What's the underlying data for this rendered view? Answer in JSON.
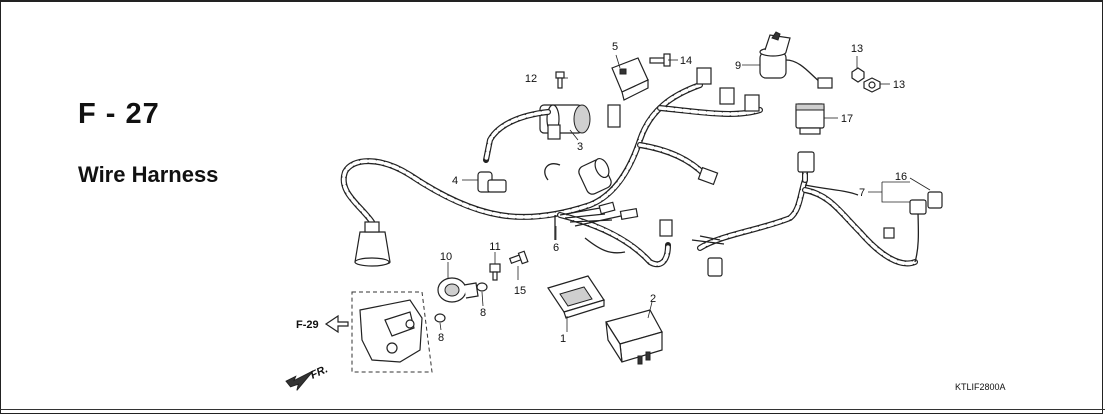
{
  "header": {
    "page_code": "F - 27",
    "page_title": "Wire Harness"
  },
  "footer": {
    "diagram_code": "KTLIF2800A"
  },
  "callouts": {
    "c1": "1",
    "c2": "2",
    "c3": "3",
    "c4": "4",
    "c5": "5",
    "c6": "6",
    "c7": "7",
    "c8a": "8",
    "c8b": "8",
    "c9": "9",
    "c10": "10",
    "c11": "11",
    "c12": "12",
    "c13a": "13",
    "c13b": "13",
    "c14": "14",
    "c15": "15",
    "c16": "16",
    "c17": "17"
  },
  "references": {
    "ref_page": "F-29",
    "front_marker": "FR."
  }
}
